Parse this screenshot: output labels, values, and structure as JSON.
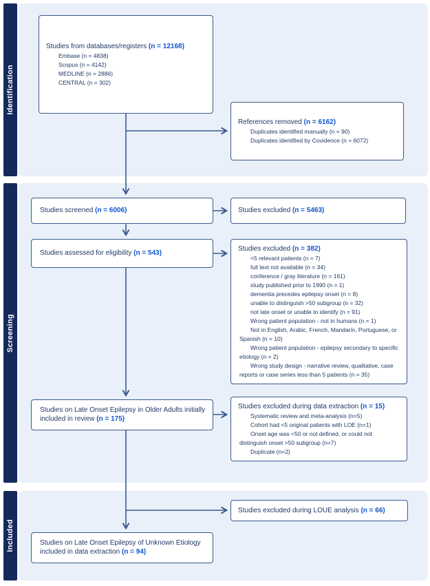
{
  "sidebar": {
    "identification": "Identification",
    "screening": "Screening",
    "included": "Included"
  },
  "colors": {
    "section_bar": "#16295C",
    "section_panel": "#E9F0FA",
    "box_border": "#3A5A8C",
    "text_navy": "#1F3864",
    "count_blue": "#1155CC"
  },
  "boxes": {
    "databases": {
      "title": "Studies from databases/registers",
      "n": "(n = 12168)",
      "items": [
        "Embase (n = 4838)",
        "Scopus (n = 4142)",
        "MEDLINE (n = 2886)",
        "CENTRAL (n = 302)"
      ]
    },
    "references_removed": {
      "title": "References removed",
      "n": "(n = 6162)",
      "items": [
        "Duplicates identified manually (n = 90)",
        "Duplicates identified by Covidence (n = 6072)"
      ]
    },
    "screened": {
      "title": "Studies screened",
      "n": "(n = 6006)"
    },
    "excluded_screening": {
      "title": "Studies excluded",
      "n": "(n = 5463)"
    },
    "assessed": {
      "title": "Studies assessed for eligibility",
      "n": "(n = 543)"
    },
    "excluded_eligibility": {
      "title": "Studies excluded",
      "n": "(n = 382)",
      "items": [
        "<5 relevant patients (n = 7)",
        "full text not available (n = 34)",
        "conference / gray literature (n = 161)",
        "study published prior to 1990 (n = 1)",
        "dementia precedes epilepsy onset (n = 8)",
        "unable to distinguish >50 subgroup (n = 32)",
        "not late onset or unable to identify (n = 91)",
        "Wrong patient population - not in humans (n = 1)",
        "Not in English, Arabic, French, Mandarin, Portuguese, or Spanish (n = 10)",
        "Wrong patient population - epilepsy secondary to specific etiology (n = 2)",
        "Wrong study design - narrative review, qualitative, case reports or case series less than 5 patients (n = 35)"
      ]
    },
    "initial_review": {
      "title": "Studies on Late Onset Epilepsy in Older Adults initially included in review",
      "n": "(n = 175)"
    },
    "excluded_extraction": {
      "title": "Studies excluded during data extraction",
      "n": "(n = 15)",
      "items": [
        "Systematic review and meta-analysis (n=5)",
        "Cohort had <5 original patients with LOE (n=1)",
        "Onset age was <50 or not defined, or could not distinguish onset >50 subgroup (n=7)",
        "Duplicate (n=2)"
      ]
    },
    "excluded_loue": {
      "title": "Studies excluded during LOUE analysis",
      "n": "(n = 66)"
    },
    "final_included": {
      "title": "Studies on Late Onset Epilepsy of Unknown Etiology included in data extraction",
      "n": "(n = 94)"
    }
  }
}
